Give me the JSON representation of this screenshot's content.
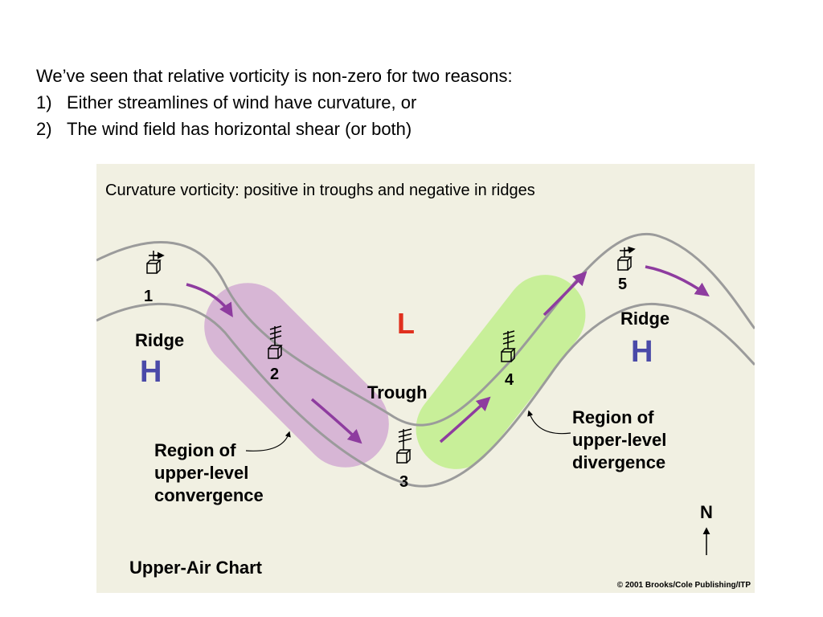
{
  "slide": {
    "intro_line": "We’ve seen that relative vorticity is non-zero for two reasons:",
    "reasons": [
      {
        "number": "1)",
        "text": "Either streamlines of wind have curvature, or"
      },
      {
        "number": "2)",
        "text": "The wind field has horizontal shear (or both)"
      }
    ]
  },
  "figure": {
    "caption": "Curvature vorticity:  positive in troughs and negative in ridges",
    "background_color": "#f1f0e2",
    "convergence_color": "#d7b6d5",
    "divergence_color": "#c8ef99",
    "arrow_color": "#8e3c9f",
    "stations": [
      {
        "label": "1"
      },
      {
        "label": "2"
      },
      {
        "label": "3"
      },
      {
        "label": "4"
      },
      {
        "label": "5"
      }
    ],
    "labels": {
      "ridge_left": "Ridge",
      "high_left": "H",
      "low": "L",
      "trough": "Trough",
      "ridge_right": "Ridge",
      "high_right": "H",
      "convergence": [
        "Region of",
        "upper-level",
        "convergence"
      ],
      "divergence": [
        "Region of",
        "upper-level",
        "divergence"
      ],
      "north": "N",
      "chart_title": "Upper-Air Chart",
      "copyright": "© 2001 Brooks/Cole Publishing/ITP"
    }
  }
}
